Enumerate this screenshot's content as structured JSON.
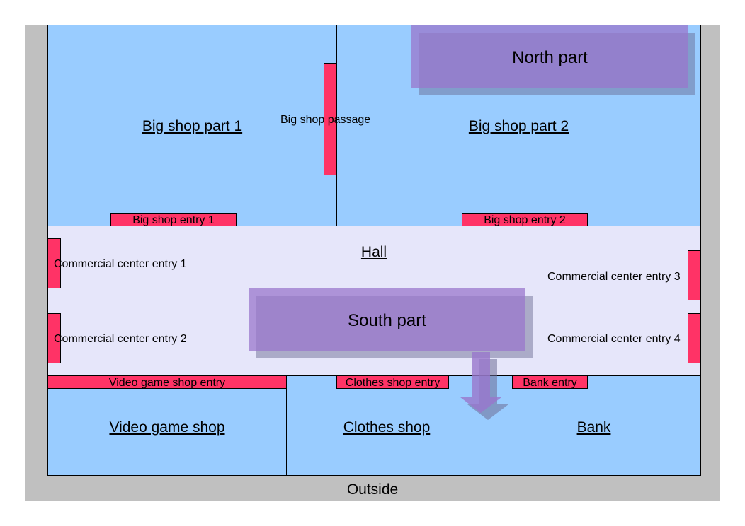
{
  "outside": {
    "label": "Outside"
  },
  "rooms": {
    "big_shop_1": "Big shop part 1",
    "big_shop_2": "Big shop part 2",
    "hall": "Hall",
    "video_game_shop": "Video game shop",
    "clothes_shop": "Clothes shop",
    "bank": "Bank"
  },
  "entries": {
    "big_shop_passage": "Big shop passage",
    "big_shop_entry_1": "Big shop entry 1",
    "big_shop_entry_2": "Big shop entry 2",
    "cc_entry_1": "Commercial center entry 1",
    "cc_entry_2": "Commercial center entry 2",
    "cc_entry_3": "Commercial center entry 3",
    "cc_entry_4": "Commercial center entry 4",
    "video_game_shop_entry": "Video game shop entry",
    "clothes_shop_entry": "Clothes shop entry",
    "bank_entry": "Bank entry"
  },
  "zones": {
    "north": "North part",
    "south": "South part"
  },
  "colors": {
    "room_fill": "#99ccff",
    "hall_fill": "#e6e6fa",
    "door_fill": "#ff3366",
    "outside_fill": "#c0c0c0",
    "zone_fill": "#9977cc"
  }
}
